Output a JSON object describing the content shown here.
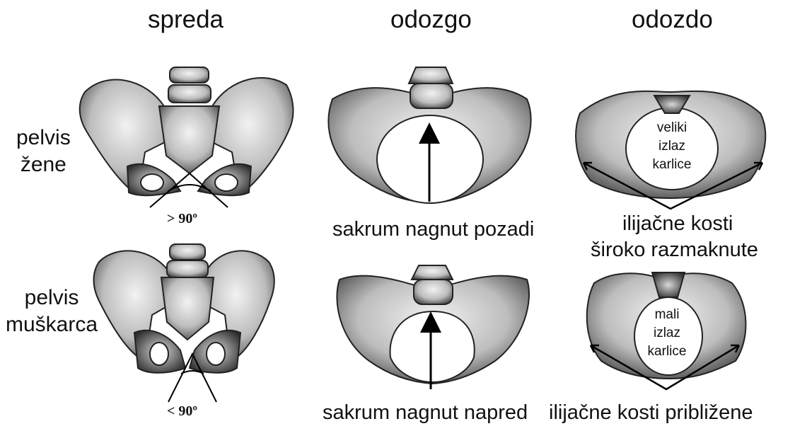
{
  "columns": {
    "front": "spreda",
    "top": "odozgo",
    "bottom": "odozdo"
  },
  "rows": {
    "female": [
      "pelvis",
      "žene"
    ],
    "male": [
      "pelvis",
      "muškarca"
    ]
  },
  "angles": {
    "female": "> 90º",
    "male": "< 90º"
  },
  "captions": {
    "sacrum_back": "sakrum nagnut pozadi",
    "sacrum_forward": "sakrum nagnut napred",
    "iliac_wide": [
      "ilijačne kosti",
      "široko razmaknute"
    ],
    "iliac_close": "ilijačne kosti približene"
  },
  "outlet_labels": {
    "large": [
      "veliki",
      "izlaz",
      "karlice"
    ],
    "small": [
      "mali",
      "izlaz",
      "karlice"
    ]
  }
}
